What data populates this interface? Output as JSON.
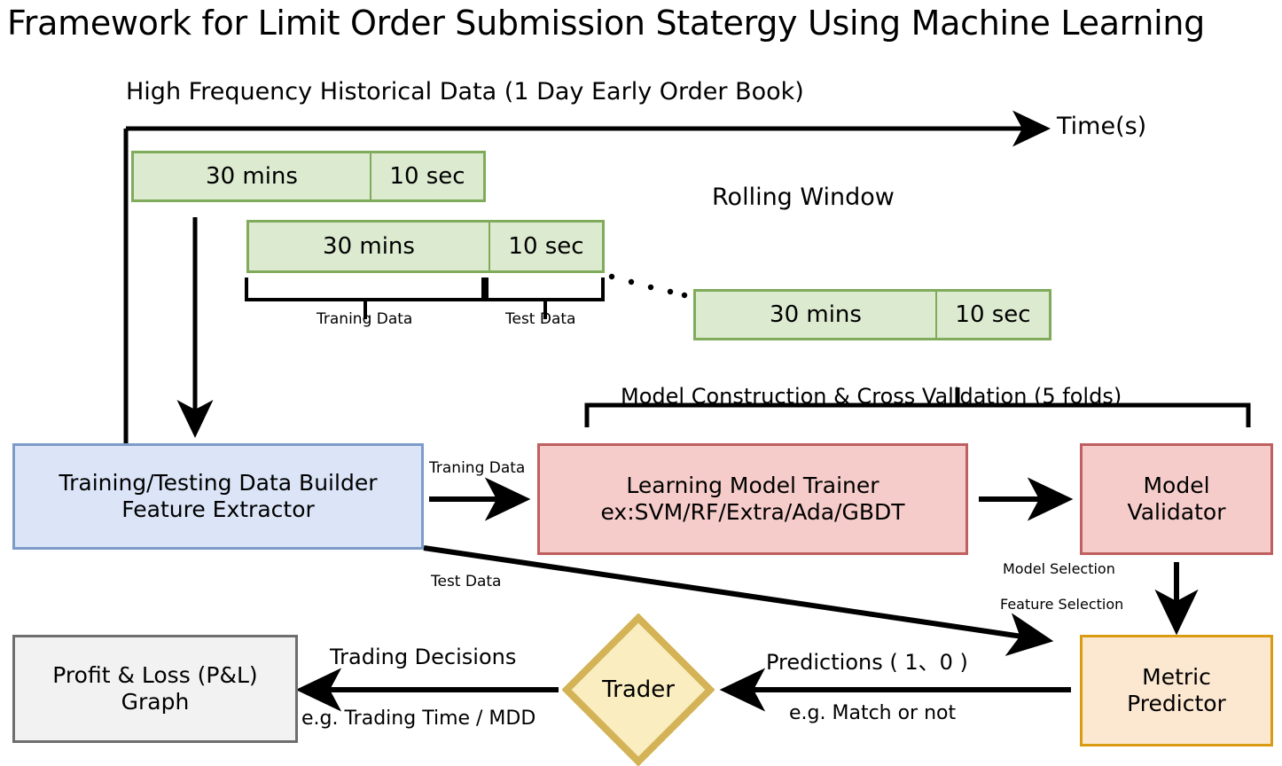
{
  "title": "Framework for Limit Order Submission Statergy Using Machine Learning",
  "timeline": {
    "caption": "High Frequency Historical Data (1 Day Early Order Book)",
    "axis_label": "Time(s)",
    "rolling_label": "Rolling Window",
    "ellipsis": ". . . .",
    "windows": [
      {
        "train": "30 mins",
        "test": "10 sec"
      },
      {
        "train": "30 mins",
        "test": "10 sec"
      },
      {
        "train": "30 mins",
        "test": "10 sec"
      }
    ],
    "bracket_train_label": "Traning Data",
    "bracket_test_label": "Test Data"
  },
  "pipeline": {
    "cv_label": "Model Construction & Cross Validation (5 folds)",
    "data_builder": {
      "line1": "Training/Testing Data Builder",
      "line2": "Feature Extractor"
    },
    "trainer": {
      "line1": "Learning Model Trainer",
      "line2": "ex:SVM/RF/Extra/Ada/GBDT"
    },
    "validator": {
      "line1": "Model",
      "line2": "Validator"
    },
    "metric_predictor": {
      "line1": "Metric",
      "line2": "Predictor"
    },
    "trader": "Trader",
    "pnl": {
      "line1": "Profit & Loss (P&L)",
      "line2": "Graph"
    }
  },
  "edges": {
    "training_data": "Traning Data",
    "test_data": "Test Data",
    "model_selection": "Model Selection",
    "feature_selection": "Feature Selection",
    "predictions": "Predictions ( 1、0 )",
    "match_or_not": "e.g. Match or not",
    "trading_decisions": "Trading Decisions",
    "trading_time_mdd": "e.g. Trading Time / MDD"
  },
  "colors": {
    "window_fill": "#dcead0",
    "window_border": "#7fab5b",
    "blue_fill": "#dbe5f7",
    "blue_border": "#7d9bc9",
    "red_fill": "#f5ccca",
    "red_border": "#bf5f5f",
    "orange_fill": "#fce7d0",
    "orange_border": "#d99b12",
    "diamond_fill": "#faedc0",
    "diamond_border": "#d4b356",
    "grey_fill": "#f2f2f2",
    "grey_border": "#6e6e6e",
    "line": "#000000"
  }
}
